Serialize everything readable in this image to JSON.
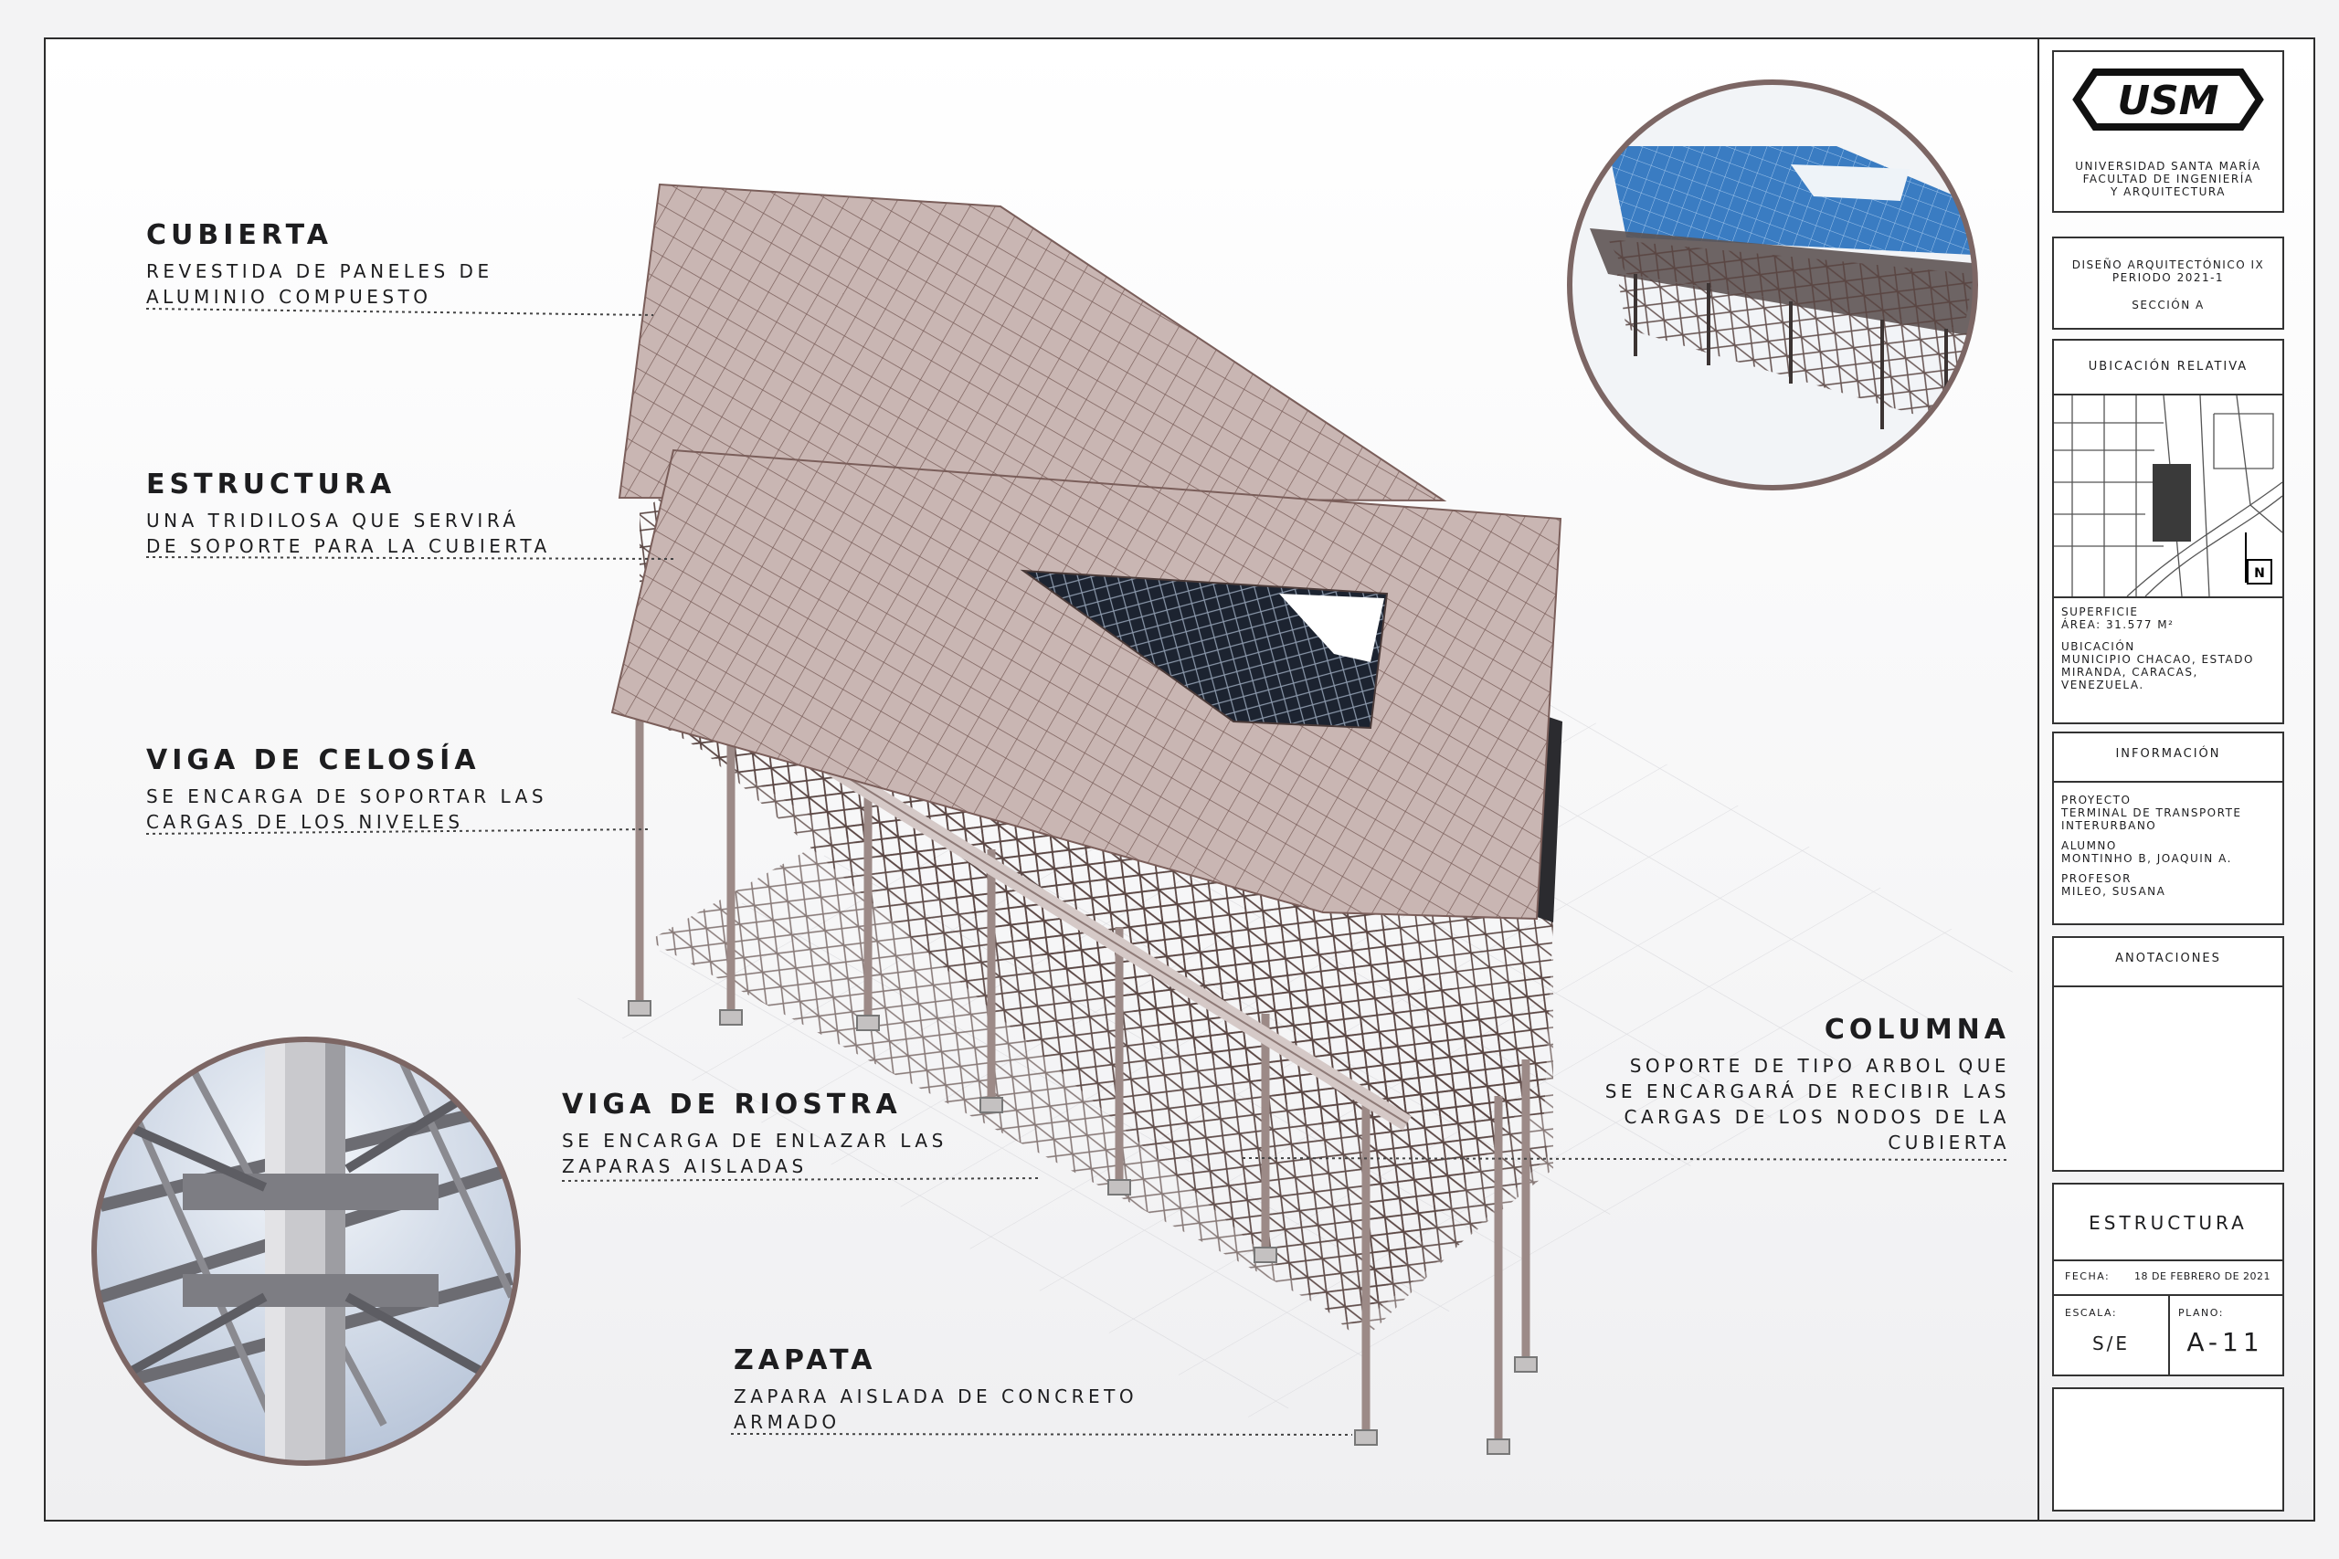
{
  "labels": {
    "cubierta": {
      "title": "CUBIERTA",
      "line1": "REVESTIDA DE PANELES DE",
      "line2": "ALUMINIO COMPUESTO"
    },
    "estructura": {
      "title": "ESTRUCTURA",
      "line1": "UNA TRIDILOSA QUE SERVIRÁ",
      "line2": "DE SOPORTE PARA LA CUBIERTA"
    },
    "viga_celosia": {
      "title": "VIGA DE CELOSÍA",
      "line1": "SE ENCARGA DE SOPORTAR LAS",
      "line2": "CARGAS DE LOS NIVELES"
    },
    "viga_riostra": {
      "title": "VIGA DE RIOSTRA",
      "line1": "SE ENCARGA DE ENLAZAR LAS",
      "line2": "ZAPARAS AISLADAS"
    },
    "zapata": {
      "title": "ZAPATA",
      "line1": "ZAPARA AISLADA DE CONCRETO",
      "line2": "ARMADO"
    },
    "columna": {
      "title": "COLUMNA",
      "line1": "SOPORTE DE TIPO ARBOL QUE",
      "line2": "SE ENCARGARÁ DE RECIBIR LAS",
      "line3": "CARGAS DE LOS NODOS DE LA",
      "line4": "CUBIERTA"
    }
  },
  "titleblock": {
    "logo_text": "USM",
    "university": "UNIVERSIDAD SANTA MARÍA",
    "faculty": "FACULTAD DE INGENIERÍA Y ARQUITECTURA",
    "course": "DISEÑO ARQUITECTÓNICO IX",
    "period": "PERIODO 2021-1",
    "section": "SECCIÓN A",
    "location_header": "UBICACIÓN RELATIVA",
    "north": "N",
    "surface_label": "SUPERFICIE",
    "area": "ÁREA: 31.577 M²",
    "location_label": "UBICACIÓN",
    "location_value": "MUNICIPIO CHACAO, ESTADO MIRANDA, CARACAS, VENEZUELA.",
    "info_header": "INFORMACIÓN",
    "project_label": "PROYECTO",
    "project_value": "TERMINAL DE TRANSPORTE INTERURBANO",
    "student_label": "ALUMNO",
    "student_value": "MONTINHO B, JOAQUIN A.",
    "professor_label": "PROFESOR",
    "professor_value": "MILEO, SUSANA",
    "notes_header": "ANOTACIONES",
    "sheet_title": "ESTRUCTURA",
    "date_label": "FECHA:",
    "date_value": "18 DE FEBRERO DE 2021",
    "scale_label": "ESCALA:",
    "scale_value": "S/E",
    "plan_label": "PLANO:",
    "plan_value": "A-11"
  },
  "colors": {
    "roof": "#bfa9a6",
    "structure": "#6d5652",
    "glass": "#3d7fc4",
    "ink": "#1d1d1f"
  }
}
